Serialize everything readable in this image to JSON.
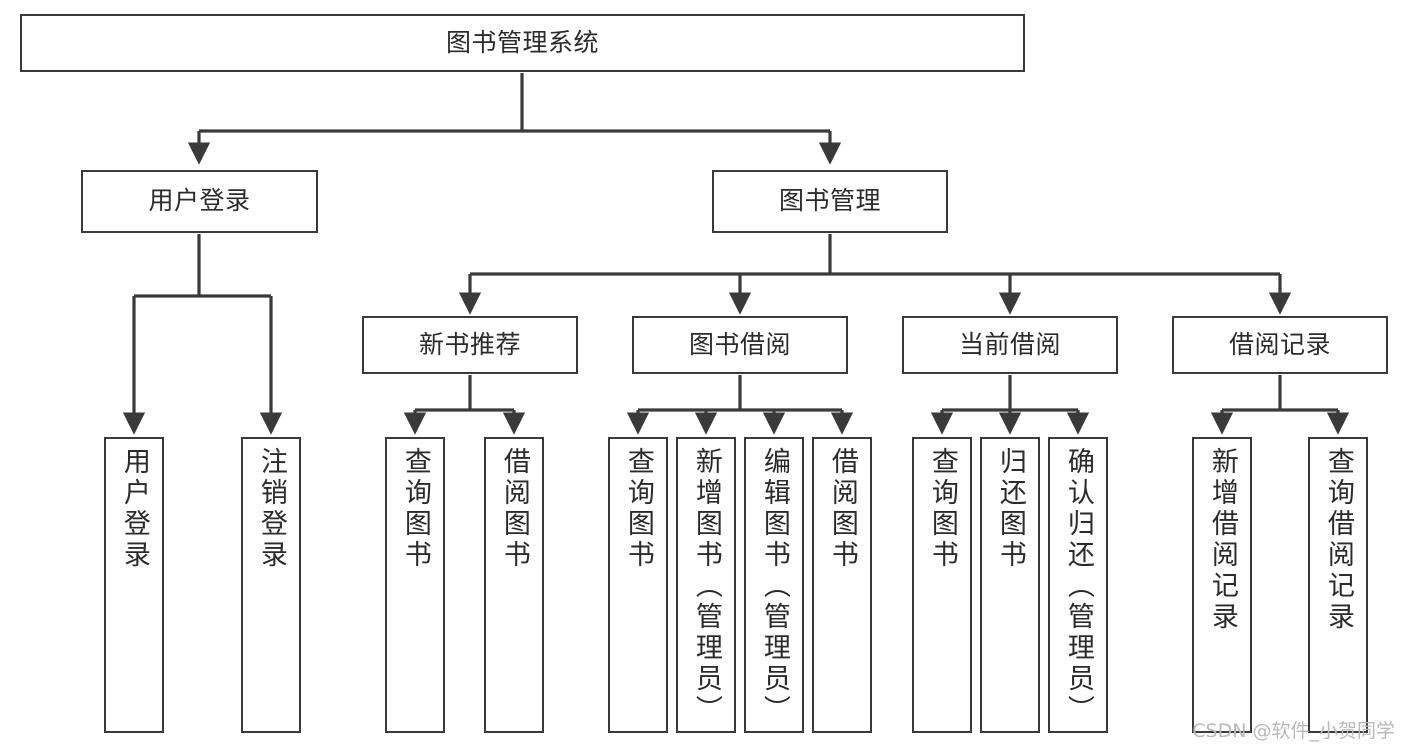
{
  "diagram": {
    "type": "tree",
    "title": "图书管理系统",
    "orientation": "top-down",
    "colors": {
      "box_border": "#3a3a3a",
      "box_fill": "#ffffff",
      "connector": "#3a3a3a",
      "text": "#2b2b2b",
      "watermark": "#b9b9b9",
      "background": "#ffffff"
    },
    "watermark": "CSDN @软件_小贺同学"
  },
  "nodes": {
    "root": {
      "label": "图书管理系统"
    },
    "level2": [
      {
        "id": "user-login",
        "label": "用户登录"
      },
      {
        "id": "book-manage",
        "label": "图书管理"
      }
    ],
    "level3": [
      {
        "id": "new-book-rec",
        "label": "新书推荐"
      },
      {
        "id": "book-borrow",
        "label": "图书借阅"
      },
      {
        "id": "current-borrow",
        "label": "当前借阅"
      },
      {
        "id": "borrow-record",
        "label": "借阅记录"
      }
    ],
    "leaves": {
      "user_login": [
        {
          "id": "leaf-user-login",
          "label": "用户登录"
        },
        {
          "id": "leaf-user-logout",
          "label": "注销登录"
        }
      ],
      "new_book_rec": [
        {
          "id": "leaf-query-book-1",
          "label": "查询图书"
        },
        {
          "id": "leaf-borrow-book-1",
          "label": "借阅图书"
        }
      ],
      "book_borrow": [
        {
          "id": "leaf-query-book-2",
          "label": "查询图书"
        },
        {
          "id": "leaf-add-book",
          "label": "新增图书（管理员）"
        },
        {
          "id": "leaf-edit-book",
          "label": "编辑图书（管理员）"
        },
        {
          "id": "leaf-borrow-book-2",
          "label": "借阅图书"
        }
      ],
      "current_borrow": [
        {
          "id": "leaf-query-book-3",
          "label": "查询图书"
        },
        {
          "id": "leaf-return-book",
          "label": "归还图书"
        },
        {
          "id": "leaf-confirm-return",
          "label": "确认归还（管理员）"
        }
      ],
      "borrow_record": [
        {
          "id": "leaf-add-record",
          "label": "新增借阅记录"
        },
        {
          "id": "leaf-query-record",
          "label": "查询借阅记录"
        }
      ]
    }
  }
}
